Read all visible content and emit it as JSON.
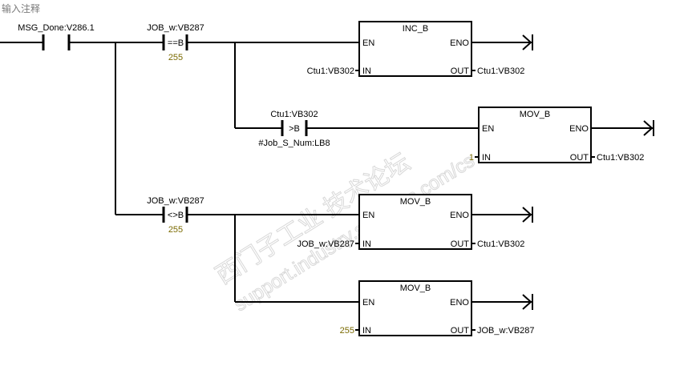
{
  "network_comment": "输入注释",
  "watermark": {
    "line1": "西门子工业 技术论坛",
    "line2": "support.industry.siemens.com/cs"
  },
  "contacts": [
    {
      "id": "c1",
      "operand_top": "MSG_Done:V286.1",
      "symbol": "",
      "operand_bottom": ""
    },
    {
      "id": "c2",
      "operand_top": "JOB_w:VB287",
      "symbol": "==B",
      "operand_bottom": "255"
    },
    {
      "id": "c3",
      "operand_top": "Ctu1:VB302",
      "symbol": ">B",
      "operand_bottom": "#Job_S_Num:LB8"
    },
    {
      "id": "c4",
      "operand_top": "JOB_w:VB287",
      "symbol": "<>B",
      "operand_bottom": "255"
    }
  ],
  "boxes": [
    {
      "id": "b1",
      "title": "INC_B",
      "en": "EN",
      "eno": "ENO",
      "in_pin": "IN",
      "out_pin": "OUT",
      "in_value": "Ctu1:VB302",
      "out_value": "Ctu1:VB302"
    },
    {
      "id": "b2",
      "title": "MOV_B",
      "en": "EN",
      "eno": "ENO",
      "in_pin": "IN",
      "out_pin": "OUT",
      "in_value": "1",
      "out_value": "Ctu1:VB302"
    },
    {
      "id": "b3",
      "title": "MOV_B",
      "en": "EN",
      "eno": "ENO",
      "in_pin": "IN",
      "out_pin": "OUT",
      "in_value": "JOB_w:VB287",
      "out_value": "Ctu1:VB302"
    },
    {
      "id": "b4",
      "title": "MOV_B",
      "en": "EN",
      "eno": "ENO",
      "in_pin": "IN",
      "out_pin": "OUT",
      "in_value": "255",
      "out_value": "JOB_w:VB287"
    }
  ]
}
